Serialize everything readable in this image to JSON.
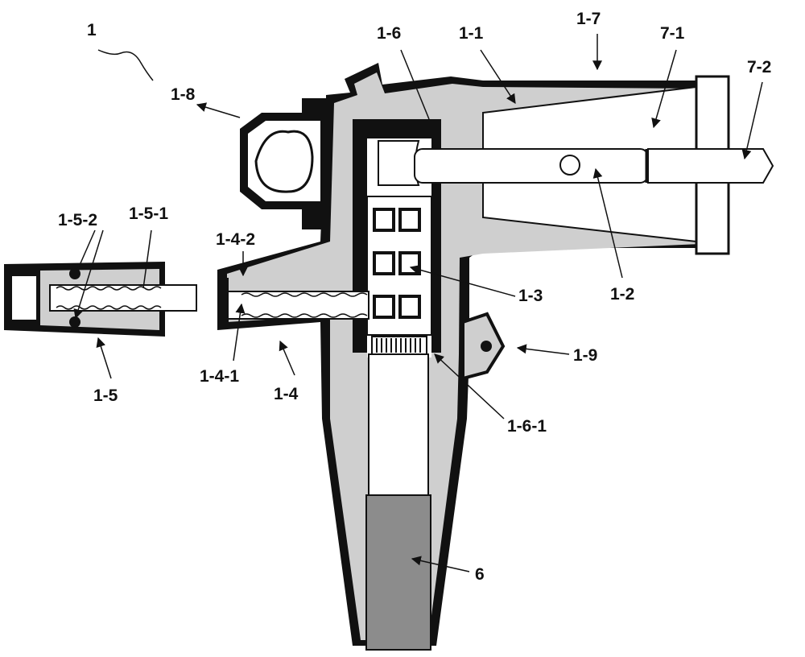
{
  "colors": {
    "outline": "#111111",
    "housing_fill": "#cfcfcf",
    "white": "#ffffff",
    "cable": "#8c8c8c"
  },
  "labels": {
    "l_1": "1",
    "l_1_8": "1-8",
    "l_1_6": "1-6",
    "l_1_1": "1-1",
    "l_1_7": "1-7",
    "l_7_1": "7-1",
    "l_7_2": "7-2",
    "l_1_5_2": "1-5-2",
    "l_1_5_1": "1-5-1",
    "l_1_4_2": "1-4-2",
    "l_1_3": "1-3",
    "l_1_2": "1-2",
    "l_1_9": "1-9",
    "l_1_5": "1-5",
    "l_1_4_1": "1-4-1",
    "l_1_4": "1-4",
    "l_1_6_1": "1-6-1",
    "l_6": "6"
  }
}
